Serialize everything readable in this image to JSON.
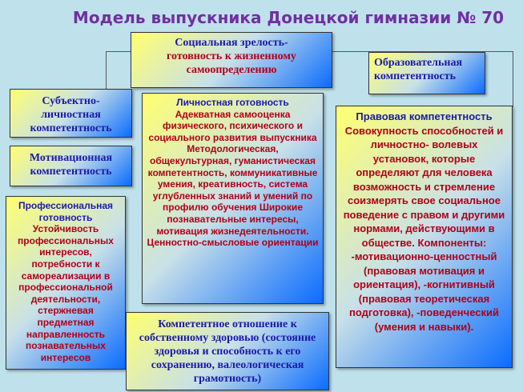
{
  "title": "Модель выпускника Донецкой гимназии № 70",
  "social": {
    "heading": "Социальная зрелость-",
    "body": "готовность к жизненному самоопределению"
  },
  "educational": {
    "heading": "Образовательная компетентность"
  },
  "subjective": {
    "heading": "Субъектно-личностная компетентность"
  },
  "motivational": {
    "heading": "Мотивационная компетентность"
  },
  "professional": {
    "heading": "Профессиональная готовность",
    "body": "Устойчивость профессиональных интересов, потребности к самореализации в профессиональной деятельности, стержневая предметная направленность познавательных интересов"
  },
  "personal": {
    "heading": "Личностная готовность",
    "body": "Адекватная самооценка физического, психического и социального развития выпускника Методологическая, общекультурная, гуманистическая компетентность, коммуникативные умения, креативность, система углубленных знаний и умений по профилю обучения Широкие познавательные интересы, мотивация жизнедеятельности. Ценностно-смысловые ориентации"
  },
  "legal": {
    "heading": "Правовая компетентность",
    "body": "Совокупность способностей и личностно- волевых установок, которые определяют для человека возможность и стремление соизмерять свое социальное поведение с правом и другими нормами, действующими в обществе. Компоненты: -мотивационно-ценностный (правовая мотивация и ориентация), -когнитивный (правовая теоретическая подготовка), -поведенческий (умения и навыки)."
  },
  "health": {
    "heading": "Компетентное отношение к собственному здоровью (состояние здоровья и способность к его сохранению, валеологическая грамотность)"
  }
}
